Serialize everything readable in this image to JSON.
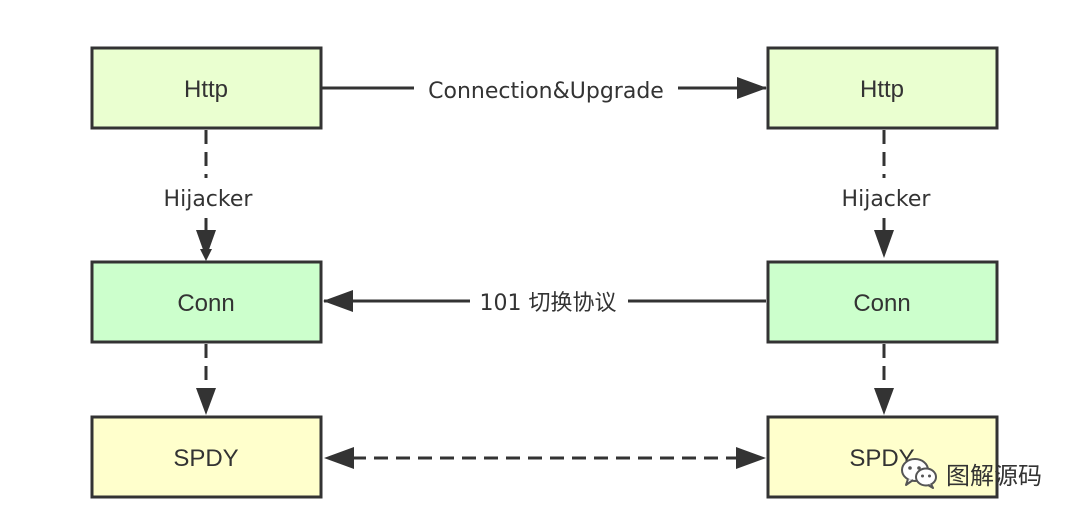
{
  "nodes": {
    "http_left": {
      "label": "Http"
    },
    "http_right": {
      "label": "Http"
    },
    "conn_left": {
      "label": "Conn"
    },
    "conn_right": {
      "label": "Conn"
    },
    "spdy_left": {
      "label": "SPDY"
    },
    "spdy_right": {
      "label": "SPDY"
    }
  },
  "edges": {
    "upgrade_label": "Connection&Upgrade",
    "hijacker_left_label": "Hijacker",
    "hijacker_right_label": "Hijacker",
    "switch_label": "101 切换协议"
  },
  "watermark": {
    "icon": "wechat-icon",
    "text": "图解源码"
  },
  "colors": {
    "http_fill": "#EAFFD0",
    "conn_fill": "#CCFFCC",
    "spdy_fill": "#FFFFCC",
    "stroke": "#333333"
  }
}
